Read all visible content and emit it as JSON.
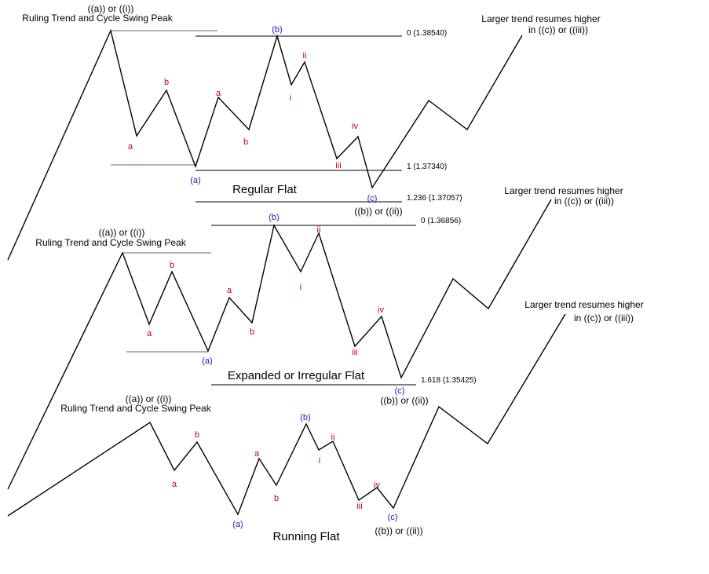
{
  "regular_flat": {
    "peak_label_1": "((a)) or ((i))",
    "peak_label_2": "Ruling Trend and Cycle Swing Peak",
    "level_0": "0 (1.38540)",
    "level_1": "1 (1.37340)",
    "level_1236": "1.236 (1.37057)",
    "title": "Regular Flat",
    "resume_1": "Larger trend resumes higher",
    "resume_2": "in ((c)) or ((iii))",
    "end_label": "((b)) or ((ii))",
    "wave_a": "(a)",
    "wave_b": "(b)",
    "wave_c": "(c)",
    "sub_a1": "a",
    "sub_b1": "b",
    "sub_a2": "a",
    "sub_b2": "b",
    "sub_i": "i",
    "sub_ii": "ii",
    "sub_iii": "iii",
    "sub_iv": "iv"
  },
  "expanded_flat": {
    "peak_label_1": "((a)) or ((i))",
    "peak_label_2": "Ruling Trend and Cycle Swing Peak",
    "level_0": "0 (1.36856)",
    "level_1618": "1.618 (1.35425)",
    "title": "Expanded or Irregular Flat",
    "resume_1": "Larger trend resumes higher",
    "resume_2": "in ((c)) or ((iii))",
    "end_label": "((b)) or ((ii))",
    "wave_a": "(a)",
    "wave_b": "(b)",
    "wave_c": "(c)",
    "sub_a1": "a",
    "sub_b1": "b",
    "sub_a2": "a",
    "sub_b2": "b",
    "sub_i": "i",
    "sub_ii": "ii",
    "sub_iii": "iii",
    "sub_iv": "iv"
  },
  "running_flat": {
    "peak_label_1": "((a)) or ((i))",
    "peak_label_2": "Ruling Trend and Cycle Swing Peak",
    "title": "Running Flat",
    "resume_1": "Larger trend resumes higher",
    "resume_2": "in ((c)) or ((iii))",
    "end_label": "((b)) or ((ii))",
    "wave_a": "(a)",
    "wave_b": "(b)",
    "wave_c": "(c)",
    "sub_a1": "a",
    "sub_b1": "b",
    "sub_a2": "a",
    "sub_b2": "b",
    "sub_i": "i",
    "sub_ii": "ii",
    "sub_iii": "iii",
    "sub_iv": "iv"
  },
  "colors": {
    "wave_line": "#000000",
    "subwave_label": "#cc0000",
    "wave_label": "#1a1acc"
  }
}
